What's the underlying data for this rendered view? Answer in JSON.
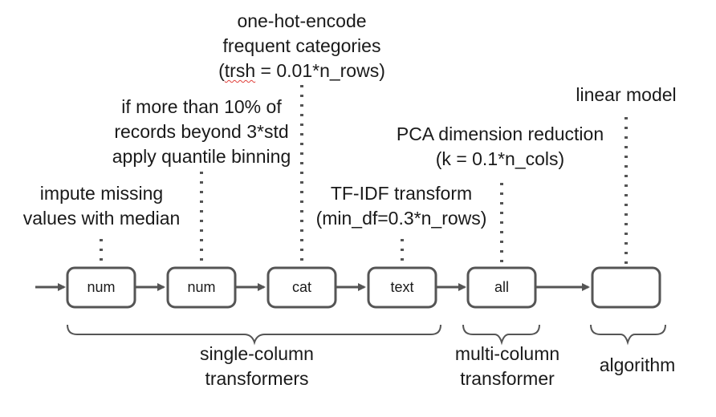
{
  "nodes": [
    {
      "label": "num"
    },
    {
      "label": "num"
    },
    {
      "label": "cat"
    },
    {
      "label": "text"
    },
    {
      "label": "all"
    },
    {
      "label": ""
    }
  ],
  "annotations": {
    "impute": [
      "impute missing",
      "values with median"
    ],
    "quantile": [
      "if more than 10% of",
      "records beyond 3*std",
      "apply quantile binning"
    ],
    "onehot": {
      "line1": "one-hot-encode",
      "line2": "frequent categories",
      "line3_a": "trsh",
      "line3_b": " = 0.01*n_rows)",
      "line3_paren": "("
    },
    "tfidf": [
      "TF-IDF transform",
      "(min_df=0.3*n_rows)"
    ],
    "pca": [
      "PCA dimension reduction",
      "(k = 0.1*n_cols)"
    ],
    "model": [
      "linear model"
    ]
  },
  "groups": {
    "single": [
      "single-column",
      "transformers"
    ],
    "multi": [
      "multi-column",
      "transformer"
    ],
    "algorithm": [
      "algorithm"
    ]
  },
  "colors": {
    "stroke": "#555555",
    "text": "#1a1a1a",
    "spellcheck": "#e0403a"
  }
}
